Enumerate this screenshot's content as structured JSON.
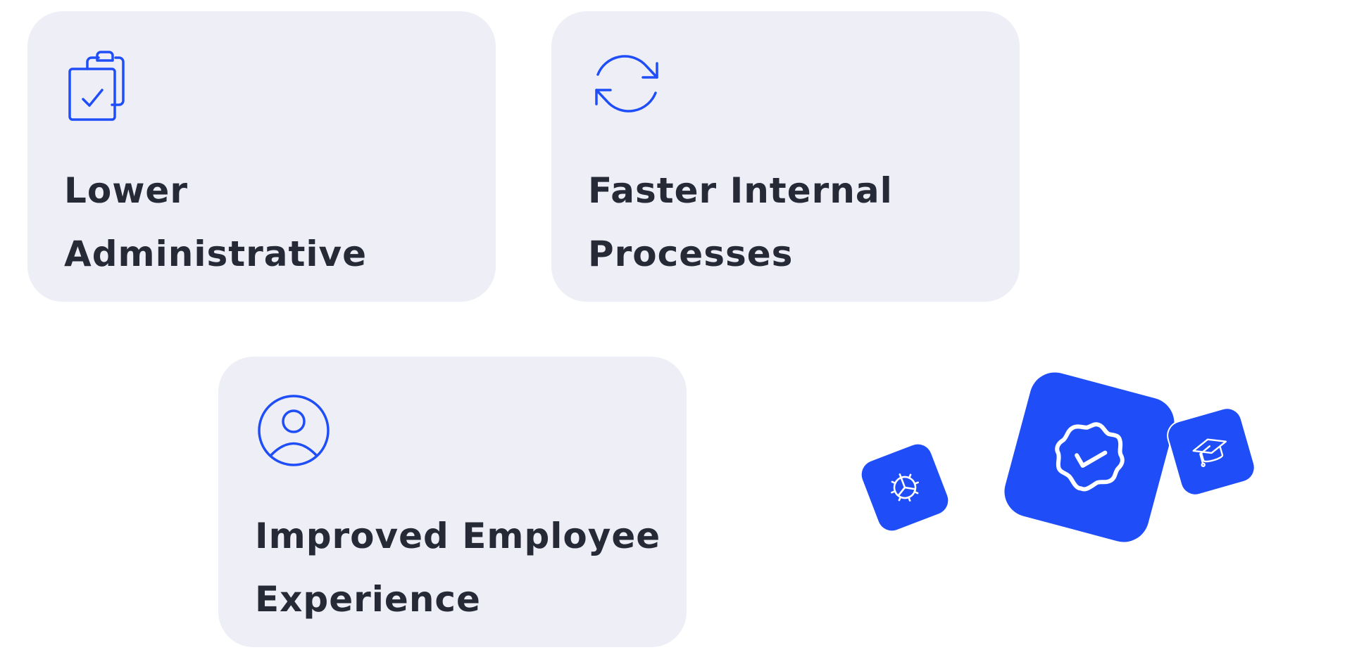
{
  "cards": [
    {
      "title": "Lower Administrative",
      "icon": "clipboard-check-icon"
    },
    {
      "title": "Faster Internal Processes",
      "icon": "refresh-arrows-icon"
    },
    {
      "title": "Improved Employee Experience",
      "icon": "user-circle-icon"
    }
  ],
  "badges": [
    {
      "icon": "gear-icon"
    },
    {
      "icon": "verified-badge-icon"
    },
    {
      "icon": "graduation-cap-icon"
    }
  ],
  "colors": {
    "accent": "#1f4ef9",
    "card_background": "#eeeff6",
    "text": "#262a37",
    "background": "#ffffff"
  }
}
